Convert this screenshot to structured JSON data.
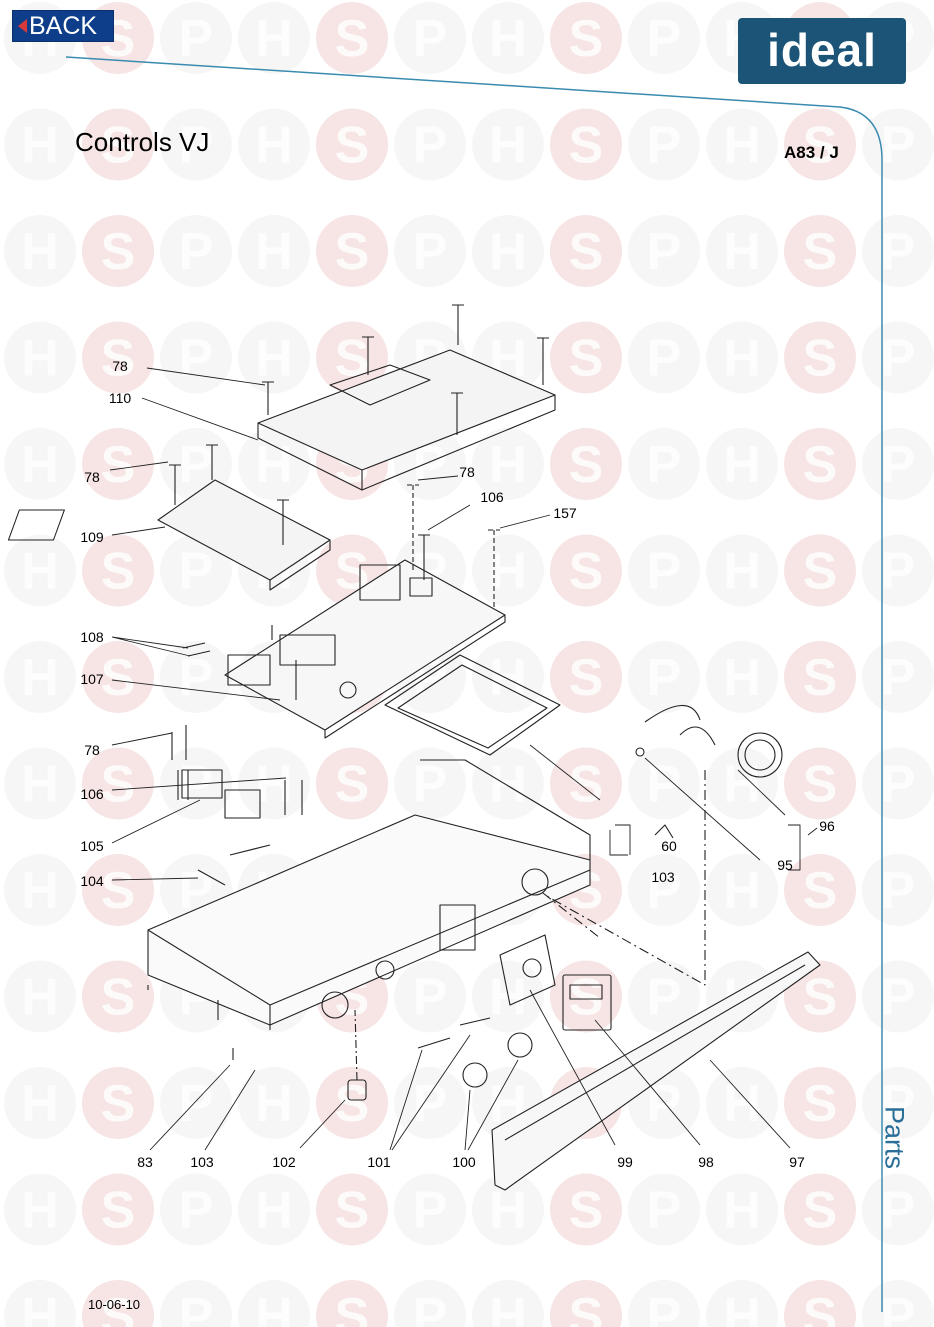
{
  "header": {
    "back_label": "BACK",
    "logo_text": "ideal",
    "title": "Controls VJ",
    "doc_code": "A83 / J"
  },
  "side_tab": "Parts",
  "footer": {
    "date": "10-06-10"
  },
  "watermark_text": "HSP",
  "part_labels": [
    "78",
    "110",
    "78",
    "78",
    "106",
    "157",
    "109",
    "108",
    "107",
    "78",
    "106",
    "105",
    "104",
    "60",
    "103",
    "95",
    "96",
    "83",
    "103",
    "102",
    "101",
    "100",
    "99",
    "98",
    "97"
  ],
  "colors": {
    "back_bg": "#0e3d8a",
    "logo_bg": "#1c5478",
    "accent_line": "#3a8bb0",
    "watermark": "#d7d7d7",
    "watermark_s": "#f0cece"
  }
}
